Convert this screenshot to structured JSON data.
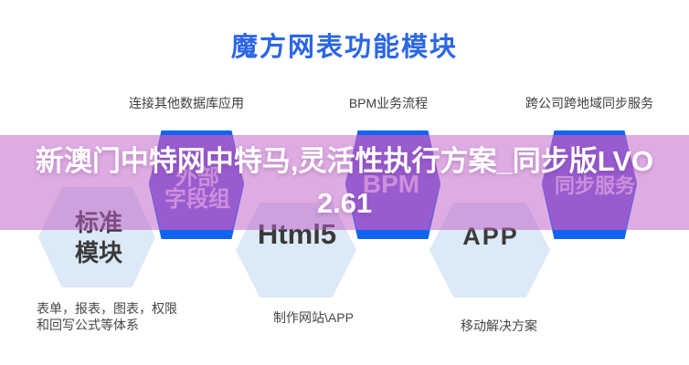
{
  "title": "魔方网表功能模块",
  "top_labels": [
    {
      "text": "连接其他数据库应用"
    },
    {
      "text": "BPM业务流程"
    },
    {
      "text": "跨公司跨地域同步服务"
    }
  ],
  "purple_modules": [
    {
      "line1": "外部",
      "line2": "字段组"
    },
    {
      "line1": "BPM"
    },
    {
      "line1": "同步服务"
    }
  ],
  "light_modules": [
    {
      "line1": "标准",
      "line2": "模块"
    },
    {
      "line1": "Html5"
    },
    {
      "line1": "APP"
    }
  ],
  "captions": [
    {
      "line1": "表单，报表，图表，权限",
      "line2": "和回写公式等体系"
    },
    {
      "line1": "制作网站\\APP"
    },
    {
      "line1": "移动解决方案"
    }
  ],
  "overlay": {
    "line1": "新澳门中特网中特马,灵活性执行方案_同步版LVO",
    "line2": "2.61"
  },
  "colors": {
    "title_blue": "#2b66e6",
    "hex_blue": "#1164f0",
    "hex_purple": "#6f58d8",
    "hex_light_fill": "#dce9f6",
    "purple_label": "#ddc2f2",
    "overlay_pink": "rgba(192,96,200,0.52)"
  }
}
